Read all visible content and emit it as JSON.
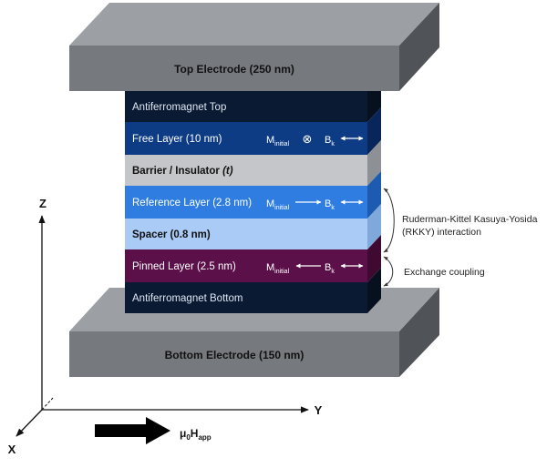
{
  "electrodes": {
    "top": "Top Electrode (250 nm)",
    "bottom": "Bottom Electrode (150 nm)"
  },
  "layers": {
    "afm_top": "Antiferromagnet Top",
    "free": "Free Layer (10 nm)",
    "barrier_main": "Barrier / Insulator ",
    "barrier_t": "(t)",
    "reference": "Reference Layer (2.8 nm)",
    "spacer": "Spacer (0.8 nm)",
    "pinned": "Pinned Layer (2.5 nm)",
    "afm_bottom": "Antiferromagnet Bottom"
  },
  "symbols": {
    "m": "M",
    "initial": "initial",
    "b": "B",
    "k": "k",
    "into_page": "⊗"
  },
  "annotations": {
    "rkky_line1": "Ruderman-Kittel Kasuya-Yosida",
    "rkky_line2": "(RKKY) interaction",
    "exchange": "Exchange coupling"
  },
  "axes": {
    "z": "Z",
    "y": "Y",
    "x": "X"
  },
  "field": {
    "mu": "μ",
    "zero": "0",
    "h": "H",
    "app": "app"
  },
  "colors": {
    "electrode_front": "#76797d",
    "electrode_top": "#9c9fa3",
    "electrode_side": "#505357",
    "afm": "#0a1a33",
    "free": "#0d3c85",
    "barrier": "#c4c6c9",
    "reference": "#2f7de0",
    "spacer": "#a9cbf5",
    "pinned": "#5c1049"
  }
}
